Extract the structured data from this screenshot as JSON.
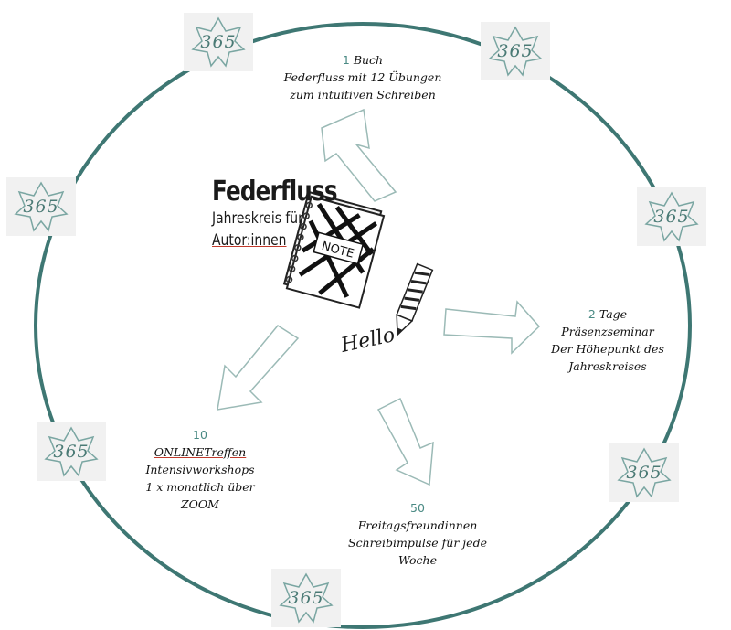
{
  "title": {
    "main": "Federfluss",
    "line1": "Jahreskreis für",
    "line2": "Autor:innen"
  },
  "badge_text": "365",
  "hello_text": "Hello",
  "note_label": "NOTE",
  "colors": {
    "ring": "#3e7773",
    "arrow": "#9bbab6",
    "badge_star": "#7aa6a2",
    "accent": "#4a8a84"
  },
  "blocks": {
    "buch": {
      "number": "1",
      "unit": "Buch",
      "line2": "Federfluss mit 12 Übungen",
      "line3": "zum intuitiven Schreiben"
    },
    "tage": {
      "number": "2",
      "unit": "Tage",
      "line2": "Präsenzseminar",
      "line3": "Der Höhepunkt des",
      "line4": "Jahreskreises"
    },
    "freitag": {
      "number": "50",
      "line2": "Freitagsfreundinnen",
      "line3": "Schreibimpulse für jede",
      "line4": "Woche"
    },
    "online": {
      "number": "10",
      "line2": "ONLINETreffen",
      "line3": "Intensivworkshops",
      "line4": "1 x monatlich über",
      "line5": "ZOOM"
    }
  }
}
